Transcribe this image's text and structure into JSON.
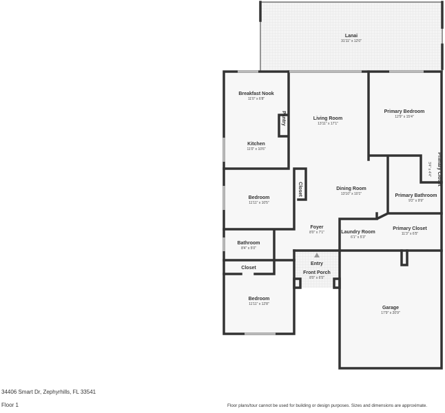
{
  "floorplan": {
    "rooms": [
      {
        "name": "Lanai",
        "dims": "31'11\" x 12'0\""
      },
      {
        "name": "Breakfast Nook",
        "dims": "11'0\" x 6'8\""
      },
      {
        "name": "Living Room",
        "dims": "13'11\" x 17'1\""
      },
      {
        "name": "Primary Bedroom",
        "dims": "12'9\" x 15'4\""
      },
      {
        "name": "Pantry",
        "dims": ""
      },
      {
        "name": "Kitchen",
        "dims": "11'0\" x 10'6\""
      },
      {
        "name": "Primary Closet",
        "dims": "3'4\" x 4'4\""
      },
      {
        "name": "Closet",
        "dims": ""
      },
      {
        "name": "Bedroom",
        "dims": "11'11\" x 10'5\""
      },
      {
        "name": "Dining Room",
        "dims": "13'10\" x 10'1\""
      },
      {
        "name": "Primary Bathroom",
        "dims": "9'2\" x 9'9\""
      },
      {
        "name": "Foyer",
        "dims": "8'0\" x 7'1\""
      },
      {
        "name": "Laundry Room",
        "dims": "6'1\" x 5'3\""
      },
      {
        "name": "Primary Closet",
        "dims": "11'3\" x 6'5\""
      },
      {
        "name": "Bathroom",
        "dims": "8'4\" x 5'0\""
      },
      {
        "name": "Entry",
        "dims": ""
      },
      {
        "name": "Closet",
        "dims": ""
      },
      {
        "name": "Front Porch",
        "dims": "8'0\" x 6'5\""
      },
      {
        "name": "Bedroom",
        "dims": "11'11\" x 12'8\""
      },
      {
        "name": "Garage",
        "dims": "17'9\" x 20'9\""
      }
    ]
  },
  "footer": {
    "address": "34406 Smart Dr, Zephyrhills, FL 33541",
    "floor": "Floor 1",
    "disclaimer": "Floor plans/tour cannot be used for building or design purposes. Sizes and dimensions are approximate."
  }
}
